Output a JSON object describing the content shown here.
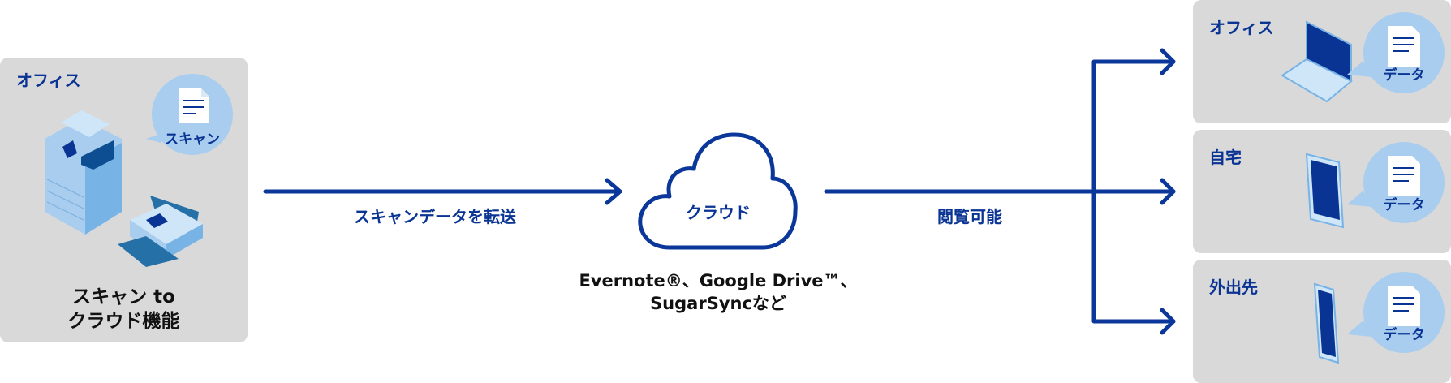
{
  "source": {
    "place": "オフィス",
    "bubble_label": "スキャン",
    "caption_line1": "スキャン to",
    "caption_line2": "クラウド機能"
  },
  "transfer_label": "スキャンデータを転送",
  "cloud": {
    "label": "クラウド",
    "services_line1": "Evernote®、Google Drive™、",
    "services_line2": "SugarSyncなど"
  },
  "view_label": "閲覧可能",
  "destinations": [
    {
      "place": "オフィス",
      "device_icon": "laptop-icon",
      "bubble_label": "データ"
    },
    {
      "place": "自宅",
      "device_icon": "tablet-icon",
      "bubble_label": "データ"
    },
    {
      "place": "外出先",
      "device_icon": "smartphone-icon",
      "bubble_label": "データ"
    }
  ],
  "colors": {
    "navy": "#0a3799",
    "box": "#d9d9d9",
    "bubble": "#a9cdee"
  }
}
